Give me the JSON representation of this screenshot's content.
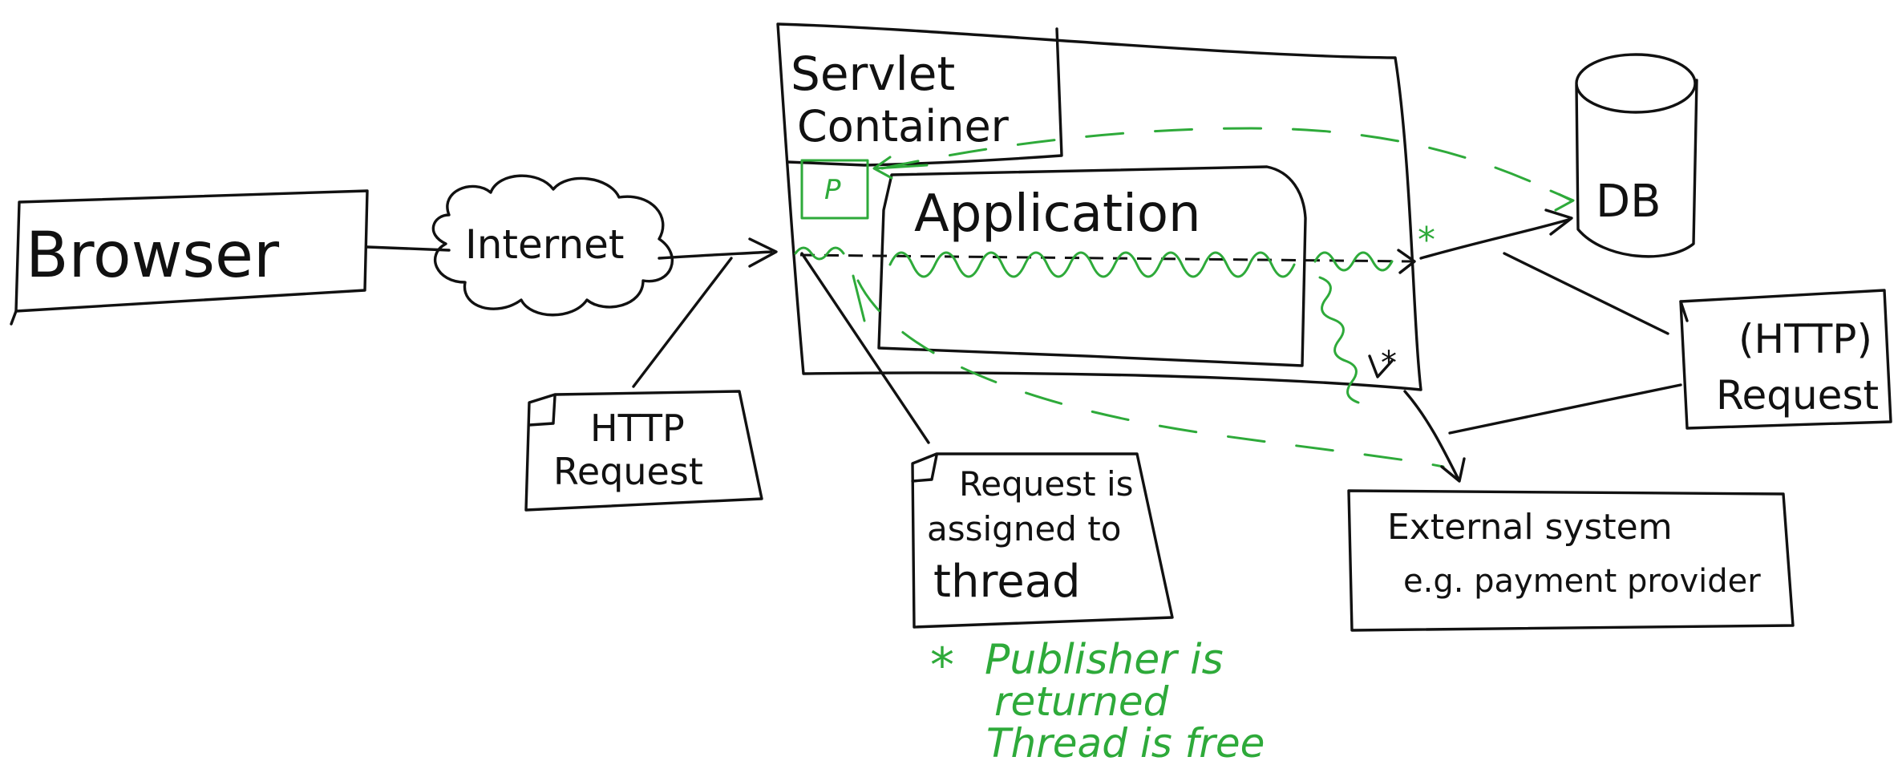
{
  "nodes": {
    "browser": "Browser",
    "internet": "Internet",
    "servlet_line1": "Servlet",
    "servlet_line2": "Container",
    "application": "Application",
    "db": "DB",
    "publisher_marker": "P"
  },
  "notes": {
    "http_request_line1": "HTTP",
    "http_request_line2": "Request",
    "thread_line1": "Request is",
    "thread_line2": "assigned to",
    "thread_line3": "thread",
    "external_request_line1": "(HTTP)",
    "external_request_line2": "Request",
    "external_line1": "External system",
    "external_line2": "e.g. payment provider"
  },
  "asterisk_marks": [
    "*",
    "*"
  ],
  "footnote": {
    "star": "*",
    "line1": "Publisher is",
    "line2": "returned",
    "line3": "Thread is free"
  },
  "colors": {
    "ink": "#111111",
    "accent_green": "#2eaa3a",
    "background": "#ffffff"
  }
}
